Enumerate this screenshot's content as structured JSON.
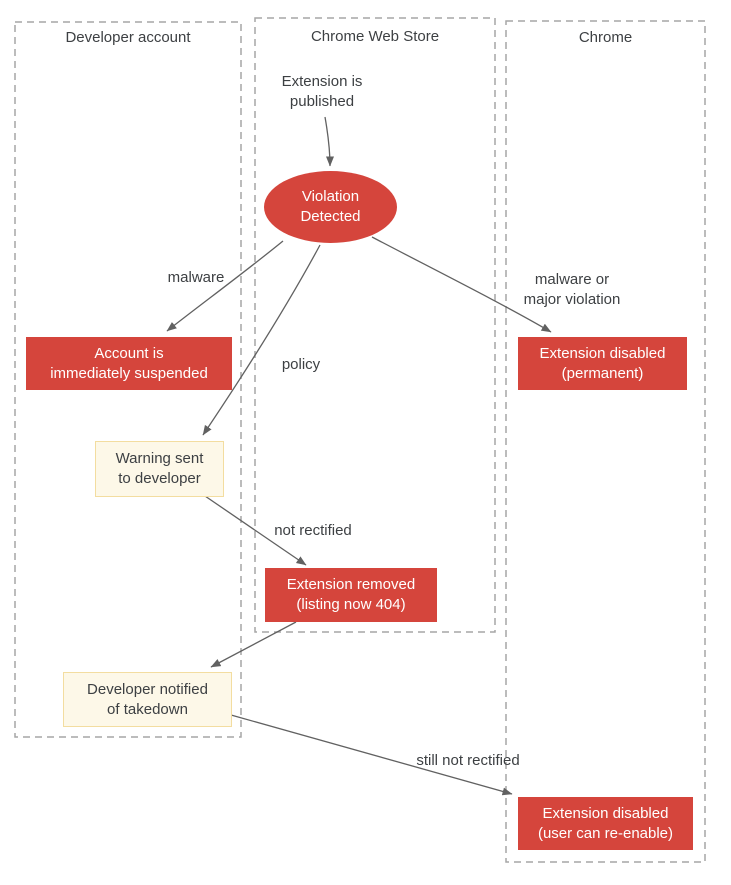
{
  "lanes": [
    {
      "title": "Developer account"
    },
    {
      "title": "Chrome Web Store"
    },
    {
      "title": "Chrome"
    }
  ],
  "nodes": {
    "published": "Extension is\npublished",
    "violation_detected": "Violation\nDetected",
    "account_suspended": "Account is\nimmediately suspended",
    "disabled_permanent": "Extension disabled\n(permanent)",
    "warning_sent": "Warning sent\nto developer",
    "extension_removed": "Extension removed\n(listing now 404)",
    "developer_notified": "Developer notified\nof takedown",
    "disabled_reenable": "Extension disabled\n(user can re-enable)"
  },
  "edge_labels": {
    "malware": "malware",
    "policy": "policy",
    "malware_or_major": "malware or\nmajor violation",
    "not_rectified": "not rectified",
    "still_not_rectified": "still not rectified"
  },
  "colors": {
    "danger_red": "#d5453c",
    "danger_text": "#ffffff",
    "note_fill": "#fdf8e8",
    "note_border": "#f3dda0",
    "arrow": "#616161",
    "lane_border": "#a6a6a6",
    "text_dark": "#3d4043"
  }
}
